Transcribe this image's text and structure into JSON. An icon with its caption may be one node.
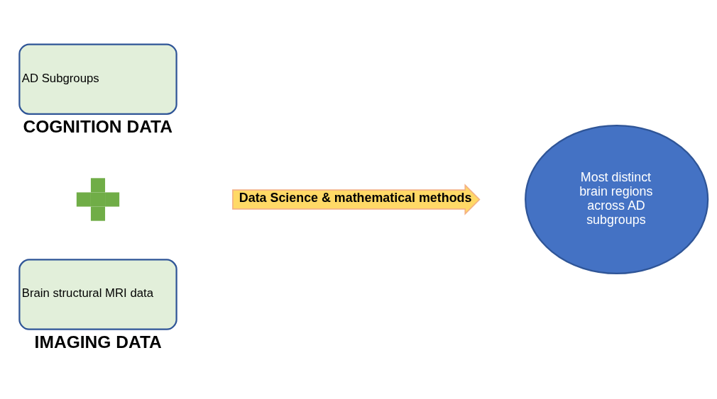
{
  "diagram": {
    "nodes": [
      {
        "text": [
          "AD Subgroups",
          "COGNITION DATA"
        ]
      },
      {
        "text": [],
        "shape": "plus"
      },
      {
        "text": [
          "Brain structural MRI data",
          "IMAGING DATA"
        ]
      },
      {
        "text": [
          "Data Science & mathematical methods"
        ]
      },
      {
        "text": [
          "Most distinct brain regions across AD subgroups"
        ]
      }
    ],
    "edges": []
  }
}
